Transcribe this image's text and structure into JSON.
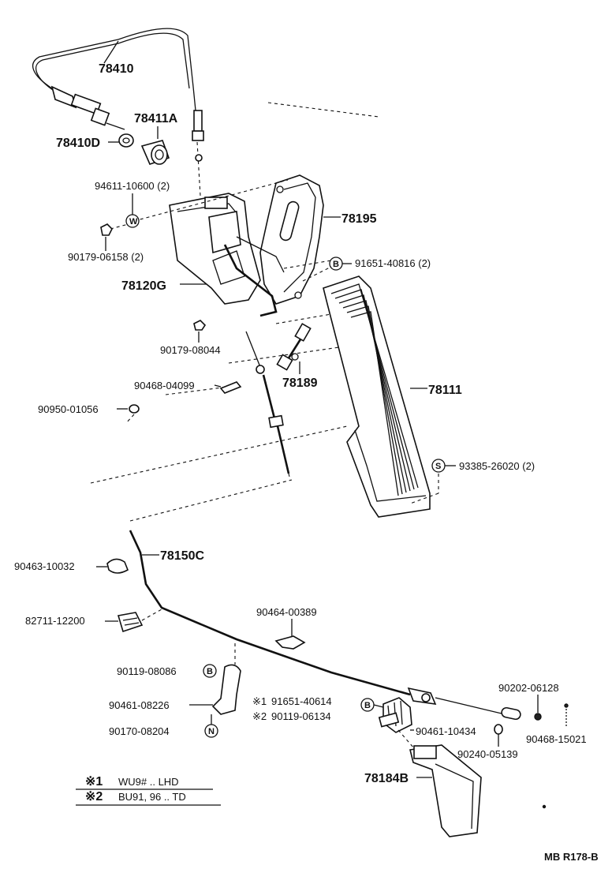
{
  "parts": {
    "p78410": "78410",
    "p78411A": "78411A",
    "p78410D": "78410D",
    "p94611": "94611-10600 (2)",
    "p90179_06158": "90179-06158 (2)",
    "p78195": "78195",
    "p91651_40816": "91651-40816 (2)",
    "p78120G": "78120G",
    "p90179_08044": "90179-08044",
    "p78189": "78189",
    "p90468_04099": "90468-04099",
    "p78111": "78111",
    "p90950": "90950-01056",
    "p93385": "93385-26020 (2)",
    "p78150C": "78150C",
    "p90463": "90463-10032",
    "p90464": "90464-00389",
    "p82711": "82711-12200",
    "p90119_08086": "90119-08086",
    "p90461_08226": "90461-08226",
    "p90170": "90170-08204",
    "p91651_40614": "91651-40614",
    "p90119_06134": "90119-06134",
    "p90461_10434": "90461-10434",
    "p90202": "90202-06128",
    "p90240": "90240-05139",
    "p90468_15021": "90468-15021",
    "p78184B": "78184B"
  },
  "markers": {
    "W": "W",
    "B": "B",
    "S": "S",
    "N": "N"
  },
  "notes": {
    "n1_mark": "※1",
    "n2_mark": "※2",
    "n1_text": "WU9# .. LHD",
    "n2_text": "BU91, 96 .. TD"
  },
  "footer": {
    "code": "MB R178-B"
  }
}
